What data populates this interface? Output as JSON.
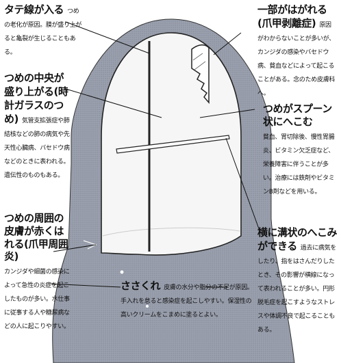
{
  "annotations": {
    "tate": {
      "title": "タテ線が入る",
      "body": "つめの老化が原因。膜が盛り上がると亀裂が生じることもある。"
    },
    "chuou": {
      "title": "つめの中央が盛り上がる(時計ガラスのつめ)",
      "body": "気管支拡張症や肺結核などの肺の病気や先天性心臓病、バセドウ病などのときに表われる。遺伝性のものもある。"
    },
    "shui": {
      "title": "つめの周囲の皮膚が赤くはれる(爪甲周囲炎)",
      "body": "カンジダや細菌の感染によって急性の炎症を起こしたものが多い。水仕事に従事する人や糖尿病などの人に起こりやすい。"
    },
    "ichibu": {
      "title": "一部がはがれる(爪甲剥離症)",
      "body": "原因がわからないことが多いが、カンジダの感染やバセドウ病、貧血などによって起こることがある。念のため皮膚科へ。"
    },
    "spoon": {
      "title": "つめがスプーン状にへこむ",
      "body": "貧血、胃切除後、慢性胃腸炎、ビタミン欠乏症など、栄養障害に伴うことが多い。治療には鉄剤やビタミンB剤などを用いる。"
    },
    "yoko": {
      "title": "横に溝状のへこみができる",
      "body": "過去に病気をしたり、指をはさんだりしたとき、その影響が横線になって表われることが多い。円形脱毛症を起こすようなストレスや体調不良で起こることもある。"
    },
    "sakakure": {
      "title": "ささくれ",
      "body": "皮膚の水分や脂分の不足が原因。手入れを怠ると感染症を起こしやすい。保湿性の高いクリームをこまめに塗るとよい。"
    }
  }
}
